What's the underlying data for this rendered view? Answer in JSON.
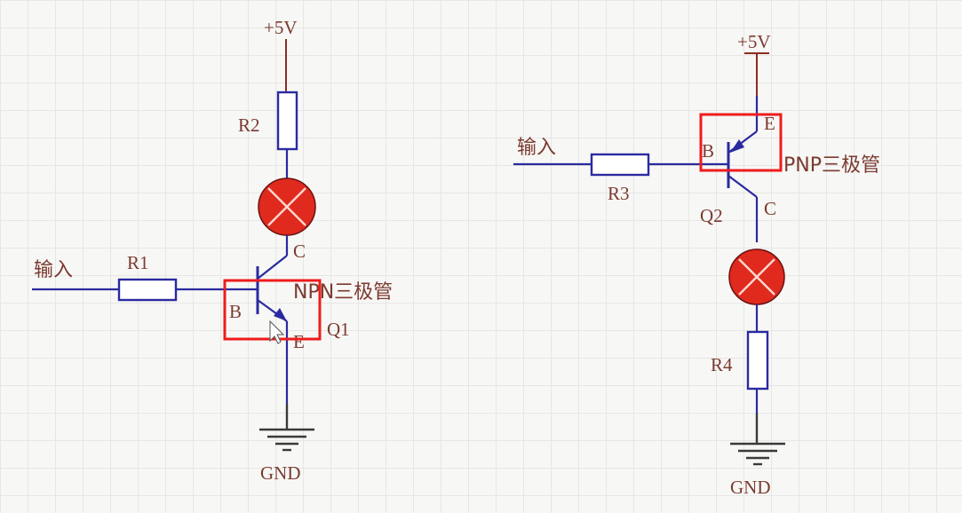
{
  "npn_circuit": {
    "supply": "+5V",
    "input": "输入",
    "resistor_base": "R1",
    "resistor_collector": "R2",
    "transistor_type": "NPN三极管",
    "transistor_ref": "Q1",
    "pin_b": "B",
    "pin_c": "C",
    "pin_e": "E",
    "ground": "GND"
  },
  "pnp_circuit": {
    "supply": "+5V",
    "input": "输入",
    "resistor_base": "R3",
    "resistor_collector": "R4",
    "transistor_type": "PNP三极管",
    "transistor_ref": "Q2",
    "pin_b": "B",
    "pin_c": "C",
    "pin_e": "E",
    "ground": "GND"
  },
  "colors": {
    "wire": "#2a2aa0",
    "label": "#7b3a30",
    "lamp": "#e02a1e",
    "highlight": "#ee1c1c"
  }
}
